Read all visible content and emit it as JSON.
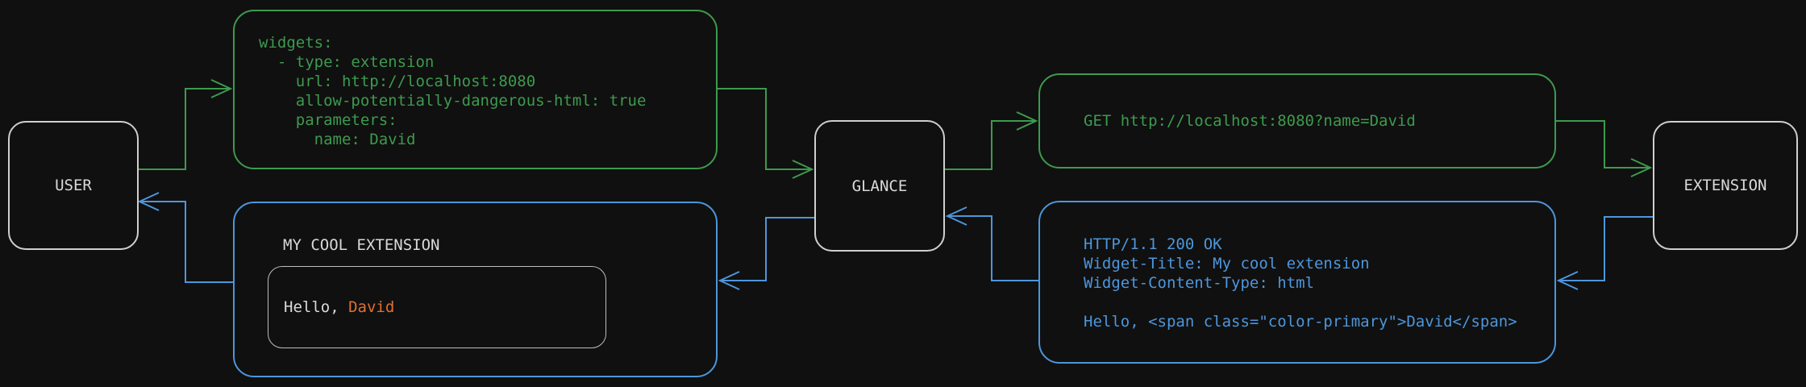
{
  "colors": {
    "bg": "#101010",
    "green": "#3d9a4e",
    "blue": "#4d96dc",
    "orange": "#e1702f",
    "fg": "#d9d9d9",
    "node_border": "#cfcfcf",
    "inner_border": "#bdbdbd"
  },
  "nodes": {
    "user": "USER",
    "glance": "GLANCE",
    "extension": "EXTENSION"
  },
  "config_box": {
    "code": "widgets:\n  - type: extension\n    url: http://localhost:8080\n    allow-potentially-dangerous-html: true\n    parameters:\n      name: David"
  },
  "request_box": {
    "text": "GET http://localhost:8080?name=David"
  },
  "response_box": {
    "code": "HTTP/1.1 200 OK\nWidget-Title: My cool extension\nWidget-Content-Type: html\n\nHello, <span class=\"color-primary\">David</span>"
  },
  "widget_box": {
    "title": "MY COOL EXTENSION",
    "greeting_prefix": "Hello, ",
    "greeting_name": "David"
  }
}
